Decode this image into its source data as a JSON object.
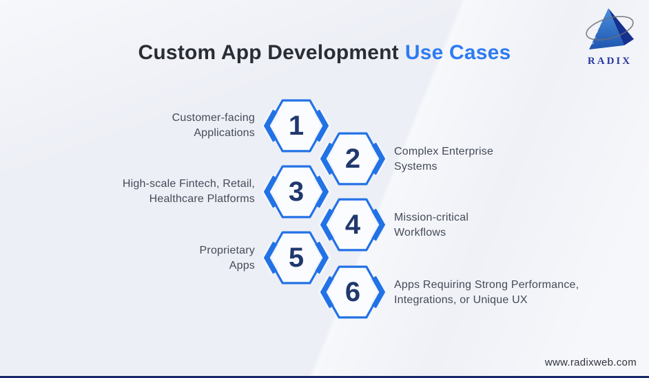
{
  "page": {
    "title_main": "Custom App Development",
    "title_accent": "Use Cases"
  },
  "logo": {
    "brand": "RADIX"
  },
  "footer": {
    "website": "www.radixweb.com"
  },
  "colors": {
    "accent_blue": "#2e7bf0",
    "hex_stroke": "#2272e6",
    "number_navy": "#21386e",
    "label_gray": "#434a57",
    "title_dark": "#292d34",
    "bottom_bar": "#16276b",
    "bg": "#edeff6"
  },
  "use_cases": [
    {
      "number": "1",
      "side": "left",
      "label": "Customer-facing\nApplications"
    },
    {
      "number": "2",
      "side": "right",
      "label": "Complex Enterprise\nSystems"
    },
    {
      "number": "3",
      "side": "left",
      "label": "High-scale Fintech, Retail,\nHealthcare Platforms"
    },
    {
      "number": "4",
      "side": "right",
      "label": "Mission-critical\nWorkflows"
    },
    {
      "number": "5",
      "side": "left",
      "label": "Proprietary\nApps"
    },
    {
      "number": "6",
      "side": "right",
      "label": "Apps Requiring Strong Performance,\nIntegrations, or Unique UX"
    }
  ]
}
